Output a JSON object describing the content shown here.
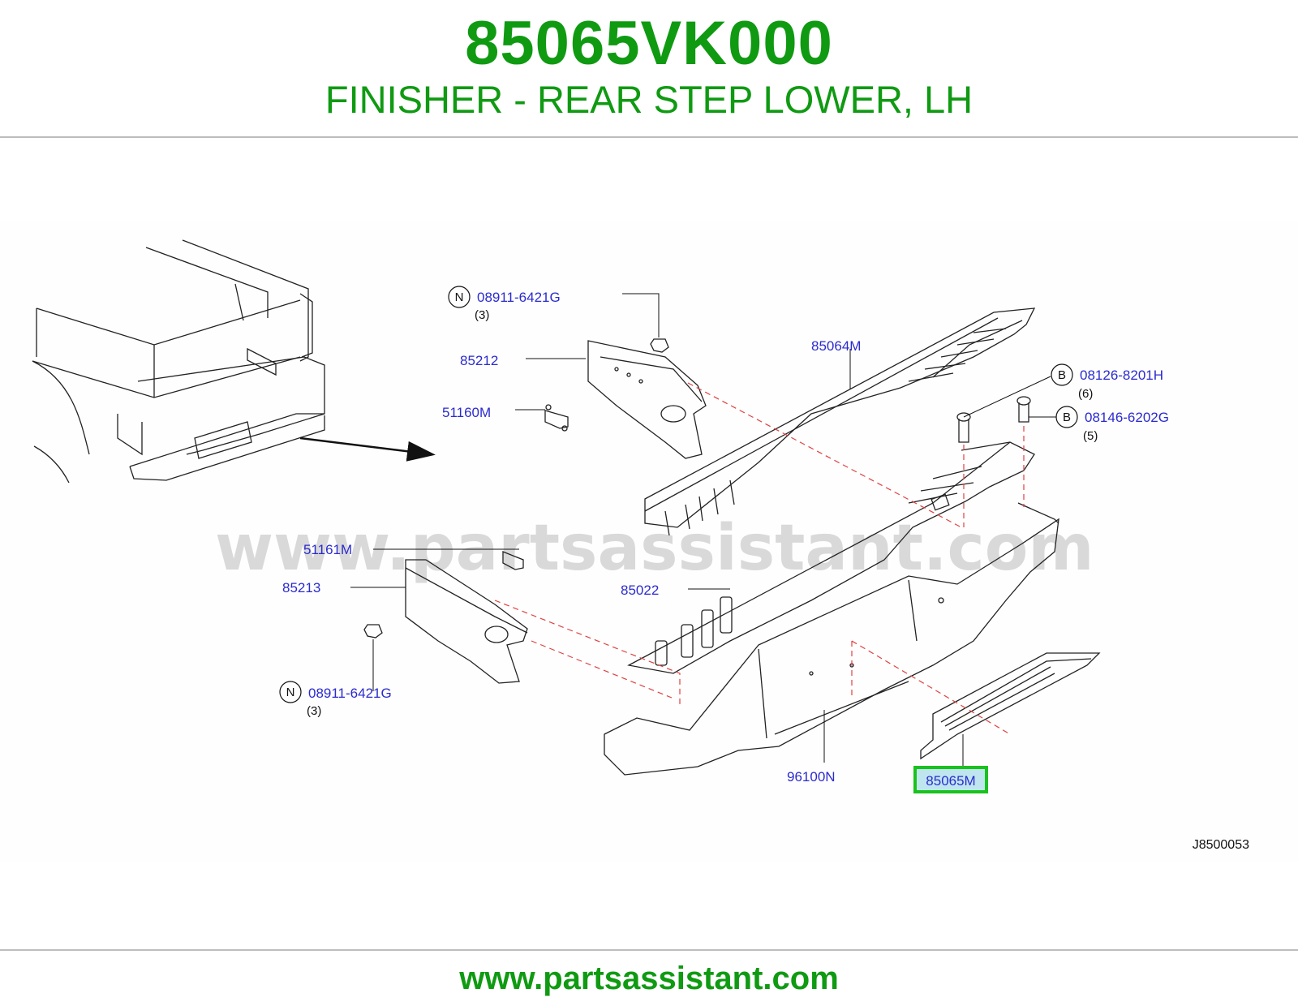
{
  "header": {
    "part_number": "85065VK000",
    "description": "FINISHER - REAR STEP LOWER, LH"
  },
  "diagram": {
    "watermark": "www.partsassistant.com",
    "reference_code": "J8500053",
    "highlighted_part": "85065M",
    "callouts": [
      {
        "id": "c1",
        "code": "08911-6421G",
        "prefix": "N",
        "qty": "(3)"
      },
      {
        "id": "c2",
        "code": "85212"
      },
      {
        "id": "c3",
        "code": "51160M"
      },
      {
        "id": "c4",
        "code": "85064M"
      },
      {
        "id": "c5",
        "code": "08126-8201H",
        "prefix": "B",
        "qty": "(6)"
      },
      {
        "id": "c6",
        "code": "08146-6202G",
        "prefix": "B",
        "qty": "(5)"
      },
      {
        "id": "c7",
        "code": "51161M"
      },
      {
        "id": "c8",
        "code": "85213"
      },
      {
        "id": "c9",
        "code": "85022"
      },
      {
        "id": "c10",
        "code": "08911-6421G",
        "prefix": "N",
        "qty": "(3)"
      },
      {
        "id": "c11",
        "code": "96100N"
      },
      {
        "id": "c12",
        "code": "85065M"
      }
    ],
    "colors": {
      "label": "#2b2bcf",
      "highlight_border": "#19c21c",
      "highlight_fill": "#bfe6ef",
      "dashed_line": "#e04040",
      "brand_green": "#0f9a12"
    }
  },
  "footer": {
    "url": "www.partsassistant.com"
  }
}
